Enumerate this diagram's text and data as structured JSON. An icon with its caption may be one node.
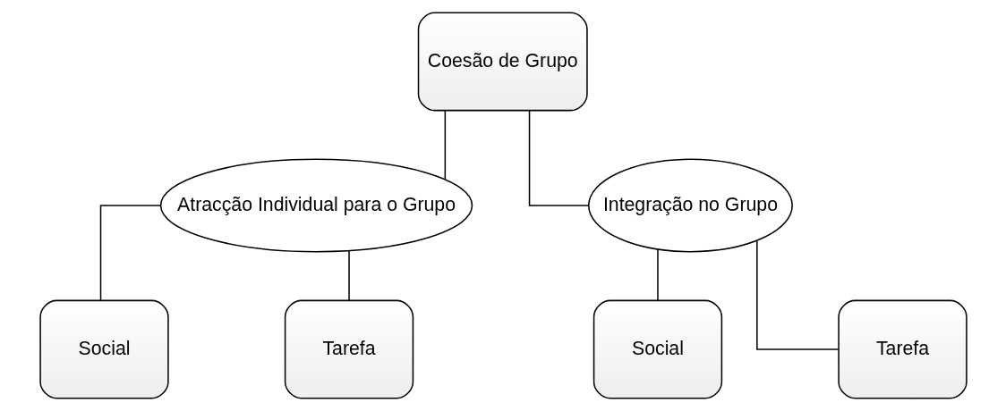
{
  "diagram": {
    "nodes": [
      {
        "text": [
          "Coesão de Grupo"
        ]
      },
      {
        "text": [
          "Atracção Individual para o Grupo"
        ]
      },
      {
        "text": [
          "Integração no Grupo"
        ]
      },
      {
        "text": [
          "Social"
        ]
      },
      {
        "text": [
          "Tarefa"
        ]
      },
      {
        "text": [
          "Social"
        ]
      },
      {
        "text": [
          "Tarefa"
        ]
      }
    ],
    "edges": [
      {
        "from": 0,
        "to": 1,
        "arrow": "none"
      },
      {
        "from": 0,
        "to": 2,
        "arrow": "none"
      },
      {
        "from": 1,
        "to": 3,
        "arrow": "none"
      },
      {
        "from": 1,
        "to": 4,
        "arrow": "none"
      },
      {
        "from": 2,
        "to": 5,
        "arrow": "none"
      },
      {
        "from": 2,
        "to": 6,
        "arrow": "none"
      }
    ]
  }
}
